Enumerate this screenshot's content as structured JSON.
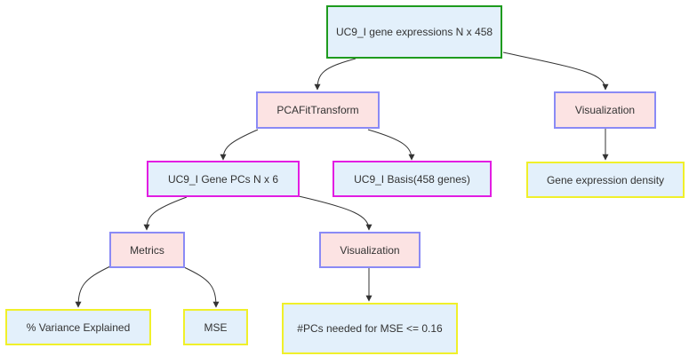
{
  "diagram": {
    "nodes": {
      "root": "UC9_I gene expressions N x 458",
      "pca": "PCAFitTransform",
      "viz_top": "Visualization",
      "density": "Gene expression density",
      "pcs": "UC9_I Gene PCs N x 6",
      "basis": "UC9_I Basis(458 genes)",
      "metrics": "Metrics",
      "viz_mid": "Visualization",
      "variance": "% Variance Explained",
      "mse": "MSE",
      "pcs_needed": "#PCs needed for MSE <= 0.16"
    },
    "colors": {
      "root_border": "#1e9b1e",
      "process_border": "#8a8af5",
      "data_border": "#e21de2",
      "output_border": "#f0f02a",
      "blue_fill": "#e3f0fb",
      "pink_fill": "#fce3e3",
      "edge": "#333333"
    }
  }
}
